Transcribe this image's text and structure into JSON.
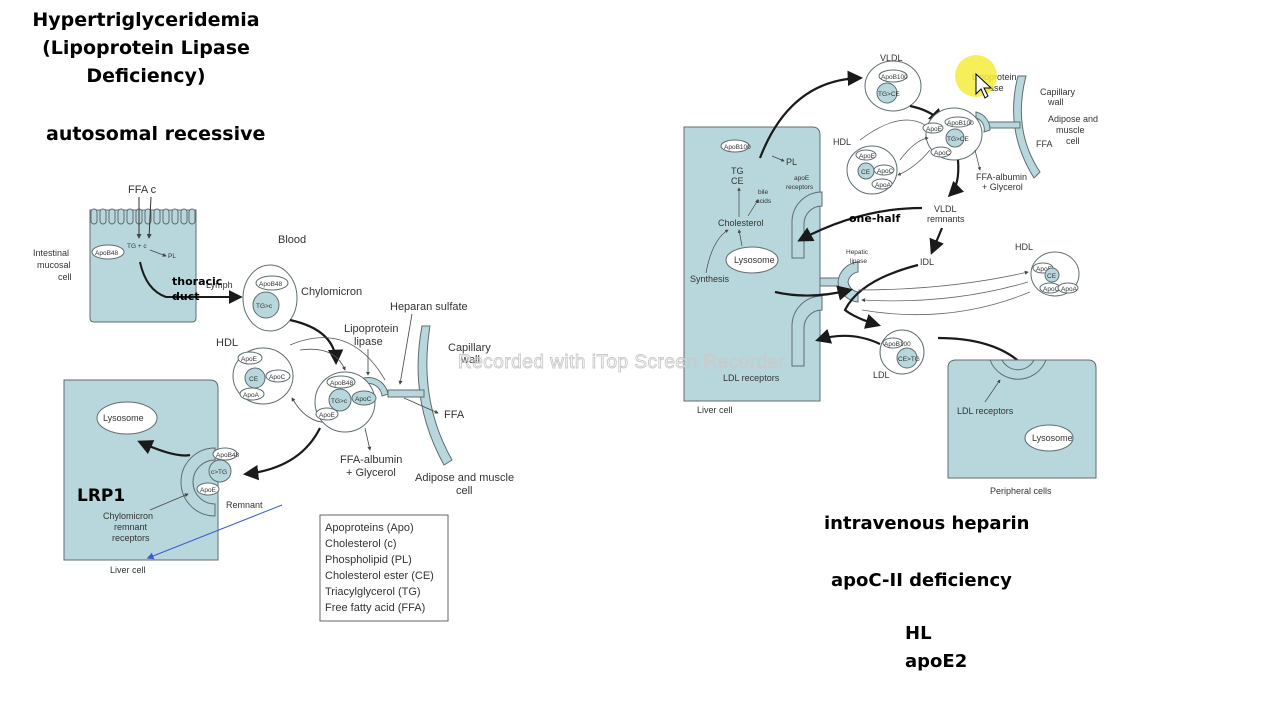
{
  "title_lines": [
    "Hypertriglyceridemia",
    "(Lipoprotein Lipase",
    "Deficiency)"
  ],
  "inheritance": "autosomal recessive",
  "notes": {
    "heparin": "intravenous heparin",
    "apoc2": "apoC-II deficiency",
    "hl": "HL",
    "apoe2": "apoE2"
  },
  "watermark": "Recorded with iTop Screen Recorder",
  "left_diagram": {
    "ffa_c": "FFA  c",
    "intestinal_cell": [
      "Intestinal",
      "mucosal",
      "cell"
    ],
    "apob48": "ApoB48",
    "tg_c": "TG + c",
    "pl": "PL",
    "lymph": "Lymph",
    "thoracic_duct": [
      "thoracic",
      "duct"
    ],
    "blood": "Blood",
    "tg_c_chylo": "TG>c",
    "chylomicron": "Chylomicron",
    "hdl": "HDL",
    "apoe": "ApoE",
    "ce": "CE",
    "apoc": "ApoC",
    "apoa": "ApoA",
    "lpl": [
      "Lipoprotein",
      "lipase"
    ],
    "heparan": "Heparan sulfate",
    "capillary": [
      "Capillary",
      "wall"
    ],
    "ffa": "FFA",
    "ffa_albumin": [
      "FFA-albumin",
      "+ Glycerol"
    ],
    "adipose": [
      "Adipose and muscle",
      "cell"
    ],
    "lysosome": "Lysosome",
    "c_tg": "c>TG",
    "lrp1": "LRP1",
    "remnant_receptors": [
      "Chylomicron",
      "remnant",
      "receptors"
    ],
    "remnant": "Remnant",
    "liver_cell": "Liver cell",
    "legend": [
      "Apoproteins (Apo)",
      "Cholesterol (c)",
      "Phospholipid (PL)",
      "Cholesterol ester (CE)",
      "Triacylglycerol (TG)",
      "Free fatty acid (FFA)"
    ]
  },
  "right_diagram": {
    "vldl": "VLDL",
    "apob100": "ApoB100",
    "tg_ce": "TG>CE",
    "lpl": [
      "Lipoprotein",
      "lipase"
    ],
    "capillary": [
      "Capillary",
      "wall"
    ],
    "adipose": [
      "Adipose and",
      "muscle",
      "cell"
    ],
    "ffa": "FFA",
    "hdl": "HDL",
    "apoe": "ApoE",
    "ce": "CE",
    "apoc": "ApoC",
    "apoa": "ApoA",
    "ffa_albumin": [
      "FFA-albumin",
      "+ Glycerol"
    ],
    "vldl_remnants": [
      "VLDL",
      "remnants"
    ],
    "one_half": "one-half",
    "pl": "PL",
    "tg_ce_liver": [
      "TG",
      "CE"
    ],
    "bile_acids": [
      "bile",
      "acids"
    ],
    "apoe_receptors": [
      "apoE",
      "receptors"
    ],
    "cholesterol": "Cholesterol",
    "lysosome": "Lysosome",
    "synthesis": "Synthesis",
    "hepatic_lipase": [
      "Hepatic",
      "lipase"
    ],
    "idl": "IDL",
    "ldl": "LDL",
    "ce_tg": "CE>TG",
    "ldl_receptors": "LDL receptors",
    "liver_cell": "Liver cell",
    "peripheral_lysosome": "Lysosome",
    "peripheral_ldl_receptors": "LDL receptors",
    "peripheral_cells": "Peripheral cells"
  },
  "colors": {
    "cell_fill": "#b8d7dc",
    "cell_stroke": "#5f6d70",
    "arrow": "#1a1a1a",
    "annotation_arrow": "#3a5bd0",
    "cursor_highlight": "#f5ec3c"
  }
}
